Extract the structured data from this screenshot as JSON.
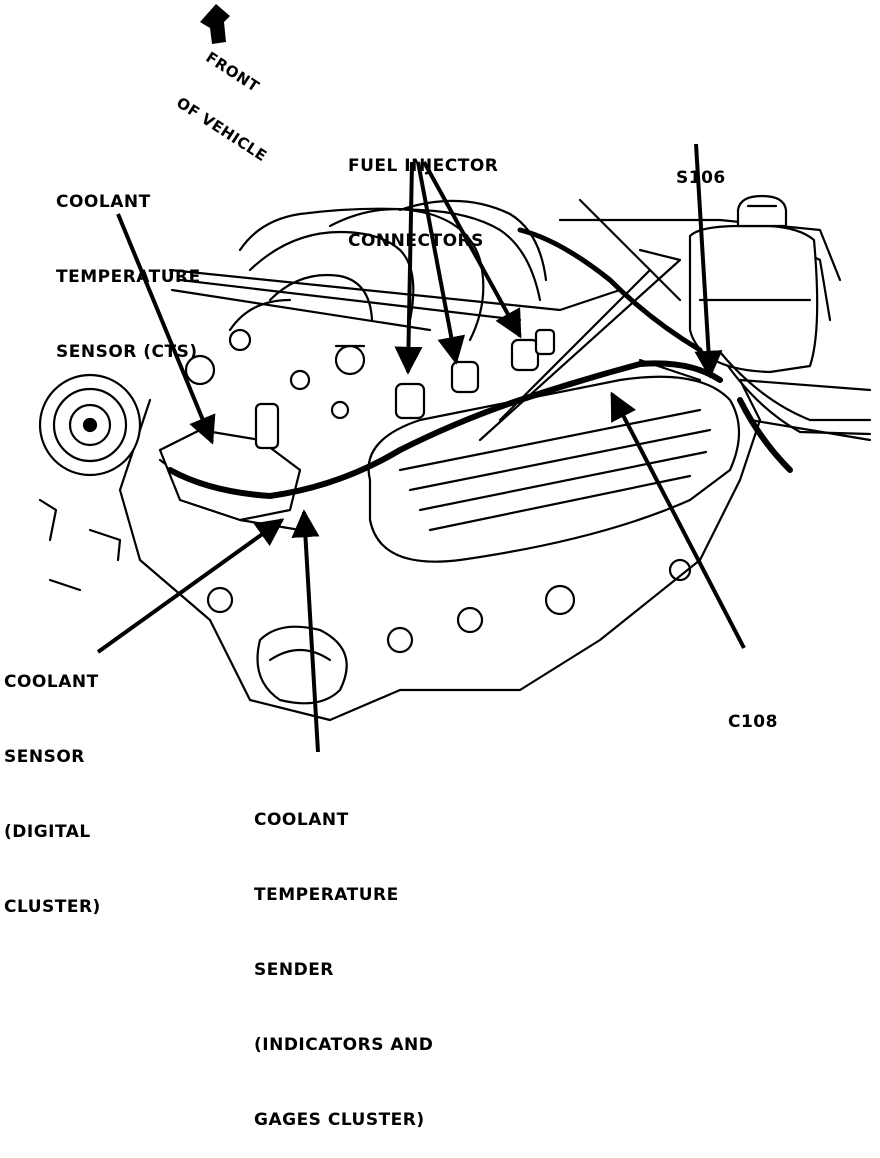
{
  "labels": {
    "front_of_vehicle": [
      "FRONT",
      "OF VEHICLE"
    ],
    "fuel_injector_connectors": [
      "FUEL INJECTOR",
      "CONNECTORS"
    ],
    "s106": [
      "S106"
    ],
    "coolant_temperature_sensor": [
      "COOLANT",
      "TEMPERATURE",
      "SENSOR (CTS)"
    ],
    "coolant_sensor_digital": [
      "COOLANT",
      "SENSOR",
      "(DIGITAL",
      "CLUSTER)"
    ],
    "c108": [
      "C108"
    ],
    "coolant_temperature_sender": [
      "COOLANT",
      "TEMPERATURE",
      "SENDER",
      "(INDICATORS AND",
      "GAGES CLUSTER)"
    ]
  },
  "colors": {
    "ink": "#000000",
    "paper": "#ffffff"
  },
  "icons": {
    "front_arrow": "arrow-up-left-icon"
  }
}
